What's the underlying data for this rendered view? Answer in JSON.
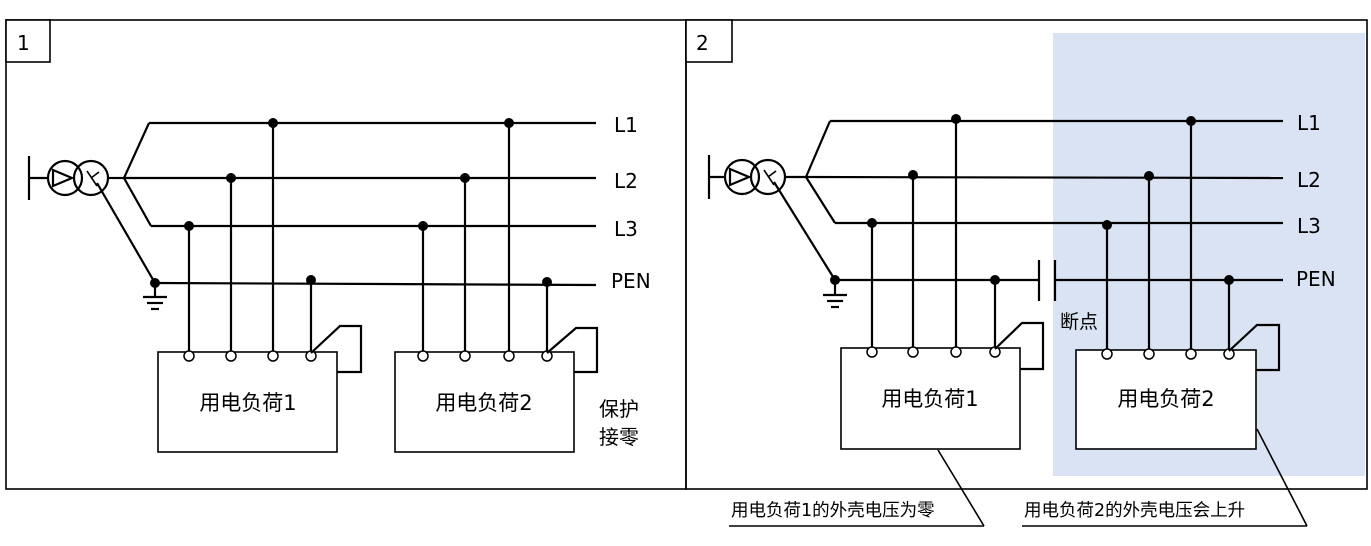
{
  "panel1": {
    "number": "1",
    "lines": [
      "L1",
      "L2",
      "L3",
      "PEN"
    ],
    "loads": [
      "用电负荷1",
      "用电负荷2"
    ],
    "note_line1": "保护",
    "note_line2": "接零"
  },
  "panel2": {
    "number": "2",
    "lines": [
      "L1",
      "L2",
      "L3",
      "PEN"
    ],
    "loads": [
      "用电负荷1",
      "用电负荷2"
    ],
    "break_label": "断点",
    "callout1": "用电负荷1的外壳电压为零",
    "callout2": "用电负荷2的外壳电压会上升"
  },
  "colors": {
    "highlight": "#dae3f3",
    "line": "#000000"
  }
}
